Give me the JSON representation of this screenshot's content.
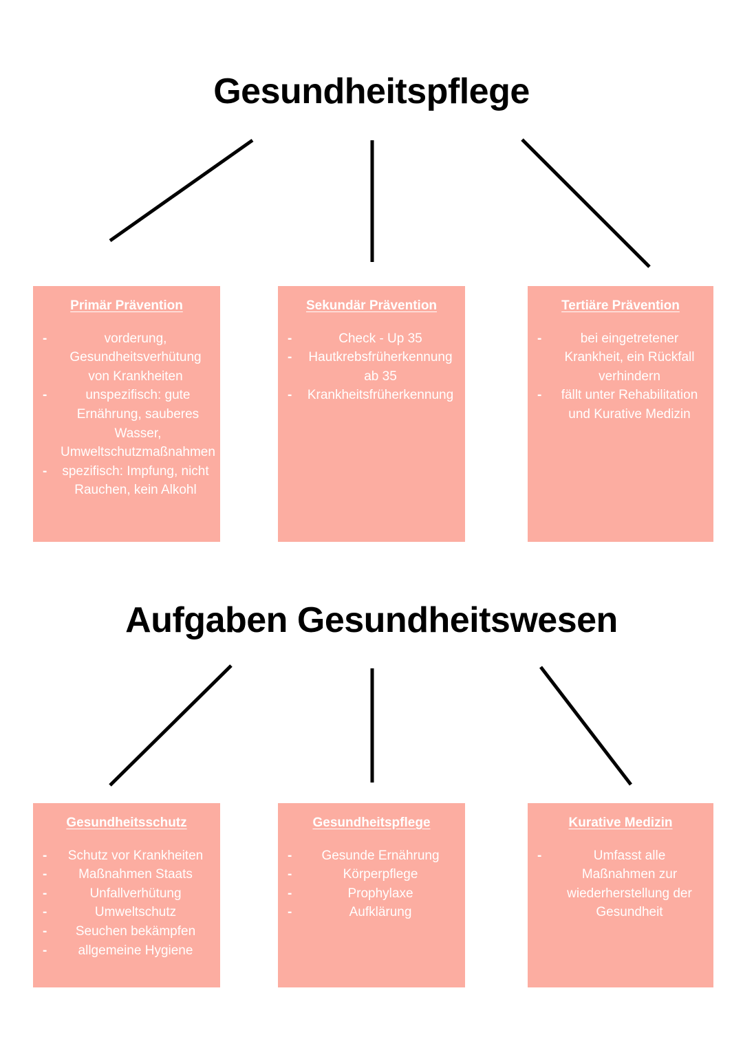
{
  "page": {
    "background_color": "#ffffff",
    "card_color": "#fcada1",
    "card_text_color": "#ffffff",
    "title_color": "#000000",
    "connector_color": "#000000"
  },
  "sections": [
    {
      "id": "gesundheitspflege",
      "title": "Gesundheitspflege",
      "cards": [
        {
          "id": "primaer-praevention",
          "title": "Primär Prävention",
          "bullets": [
            "vorderung, Gesundheitsverhütung von Krankheiten",
            "unspezifisch: gute Ernährung, sauberes Wasser, Umweltschutzmaßnahmen",
            "spezifisch: Impfung, nicht Rauchen, kein Alkohl"
          ]
        },
        {
          "id": "sekundaer-praevention",
          "title": "Sekundär Prävention",
          "bullets": [
            "Check - Up 35",
            "Hautkrebsfrüherkennung ab 35",
            "Krankheitsfrüherkennung"
          ]
        },
        {
          "id": "tertiaere-praevention",
          "title": "Tertiäre Prävention",
          "bullets": [
            "bei eingetretener Krankheit, ein Rückfall verhindern",
            "fällt unter Rehabilitation und Kurative Medizin"
          ]
        }
      ]
    },
    {
      "id": "aufgaben-gesundheitswesen",
      "title": "Aufgaben Gesundheitswesen",
      "cards": [
        {
          "id": "gesundheitsschutz",
          "title": "Gesundheitsschutz",
          "bullets": [
            "Schutz vor Krankheiten",
            "Maßnahmen Staats",
            "Unfallverhütung",
            "Umweltschutz",
            "Seuchen bekämpfen",
            "allgemeine Hygiene"
          ]
        },
        {
          "id": "gesundheitspflege",
          "title": "Gesundheitspflege",
          "bullets": [
            "Gesunde Ernährung",
            "Körperpflege",
            "Prophylaxe",
            "Aufklärung"
          ]
        },
        {
          "id": "kurative-medizin",
          "title": "Kurative Medizin",
          "bullets": [
            "Umfasst alle Maßnahmen zur wiederherstellung der Gesundheit"
          ]
        }
      ]
    }
  ],
  "bullet_marker": "-"
}
